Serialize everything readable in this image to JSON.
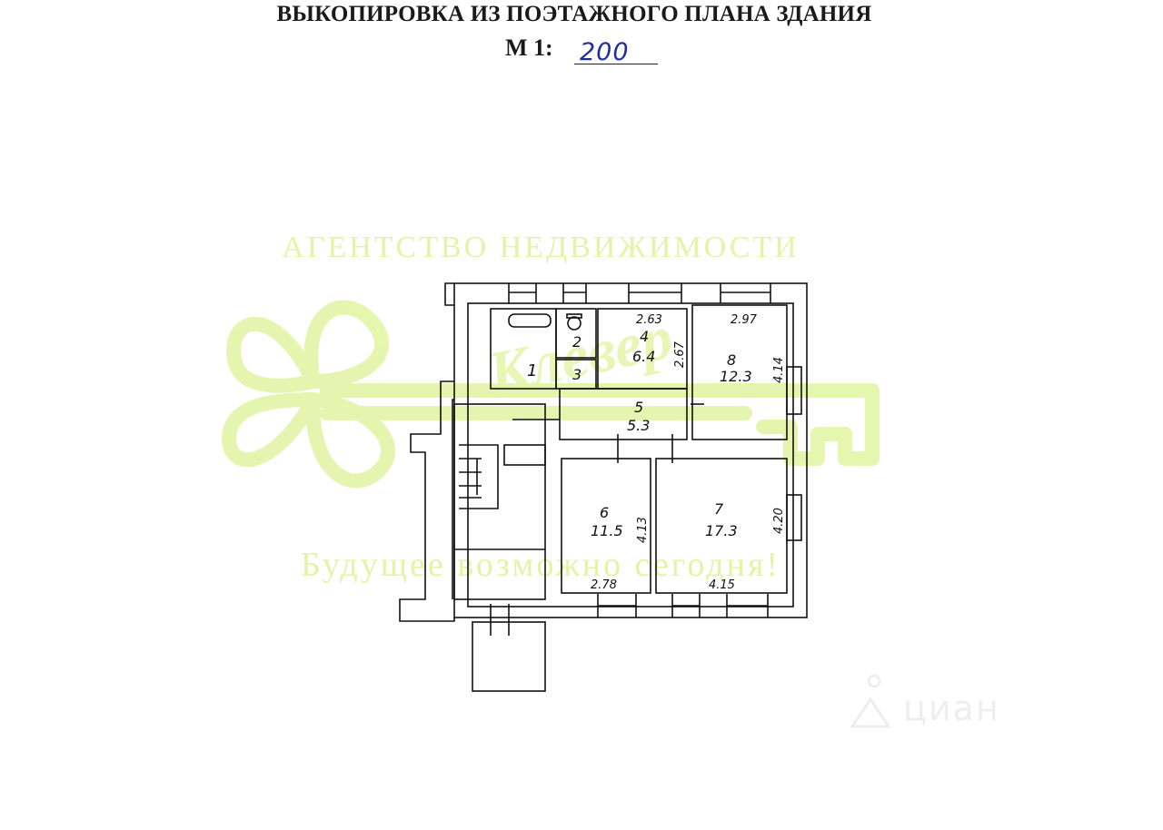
{
  "header": {
    "title": "ВЫКОПИРОВКА ИЗ ПОЭТАЖНОГО ПЛАНА ЗДАНИЯ",
    "scale_label": "М 1:",
    "scale_value": "200"
  },
  "watermark": {
    "agency": "АГЕНТСТВО НЕДВИЖИМОСТИ",
    "brand": "Клевер",
    "slogan": "Будущее возможно сегодня!",
    "color": "#e2f4a6"
  },
  "corner_logo": {
    "text": "циан",
    "icon": "cian-house-icon"
  },
  "rooms": [
    {
      "number": "1",
      "area": ""
    },
    {
      "number": "2",
      "area": ""
    },
    {
      "number": "3",
      "area": ""
    },
    {
      "number": "4",
      "area": "6.4"
    },
    {
      "number": "5",
      "area": "5.3"
    },
    {
      "number": "6",
      "area": "11.5"
    },
    {
      "number": "7",
      "area": "17.3"
    },
    {
      "number": "8",
      "area": "12.3"
    }
  ],
  "dimensions": {
    "room4_width": "2.63",
    "room4_depth": "2.67",
    "room8_width": "2.97",
    "room8_depth": "4.14",
    "room6_depth": "4.13",
    "room6_width": "2.78",
    "room7_depth": "4.20",
    "room7_width": "4.15"
  }
}
